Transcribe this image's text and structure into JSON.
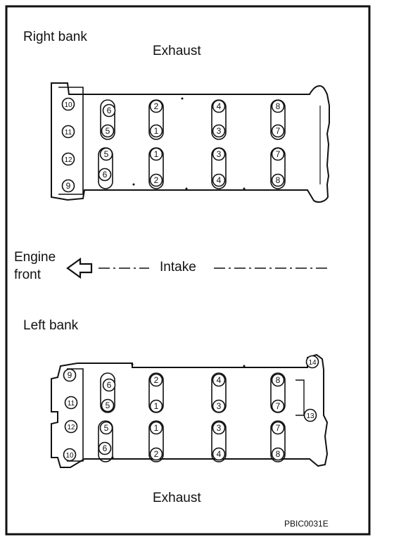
{
  "labels": {
    "right_bank": "Right bank",
    "exhaust_top": "Exhaust",
    "engine_front_line1": "Engine",
    "engine_front_line2": "front",
    "intake": "Intake",
    "left_bank": "Left bank",
    "exhaust_bottom": "Exhaust",
    "figure_code": "PBIC0031E"
  },
  "right_bank_bolts": {
    "journal_pairs": [
      {
        "top": "6",
        "bottom": "5"
      },
      {
        "top": "2",
        "bottom": "1"
      },
      {
        "top": "4",
        "bottom": "3"
      },
      {
        "top": "8",
        "bottom": "7"
      },
      {
        "top": "5",
        "bottom": "6"
      },
      {
        "top": "1",
        "bottom": "2"
      },
      {
        "top": "3",
        "bottom": "4"
      },
      {
        "top": "7",
        "bottom": "8"
      }
    ],
    "front_bolts": [
      "10",
      "11",
      "12",
      "9"
    ]
  },
  "left_bank_bolts": {
    "journal_pairs": [
      {
        "top": "6",
        "bottom": "5"
      },
      {
        "top": "2",
        "bottom": "1"
      },
      {
        "top": "4",
        "bottom": "3"
      },
      {
        "top": "8",
        "bottom": "7"
      },
      {
        "top": "5",
        "bottom": "6"
      },
      {
        "top": "1",
        "bottom": "2"
      },
      {
        "top": "3",
        "bottom": "4"
      },
      {
        "top": "7",
        "bottom": "8"
      }
    ],
    "front_bolts": [
      "9",
      "11",
      "12",
      "10"
    ],
    "rear_bolts": [
      "14",
      "13"
    ]
  },
  "colors": {
    "ink": "#111111",
    "paper": "#ffffff"
  },
  "icons": {
    "engine_front_arrow": "arrow-left-icon"
  }
}
